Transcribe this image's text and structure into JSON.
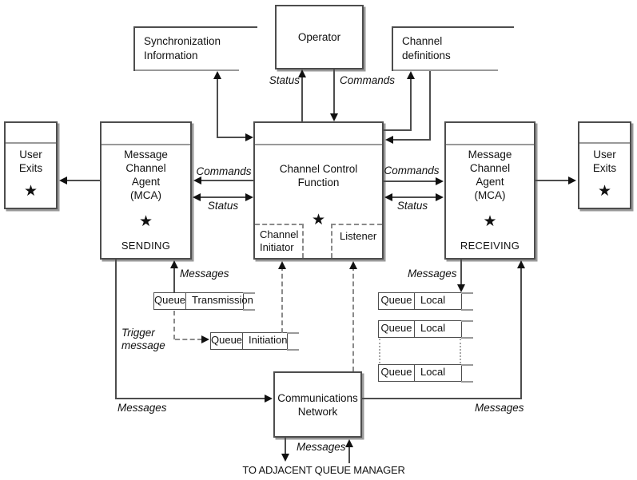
{
  "diagram": {
    "title_hint": "Message channel control architecture",
    "boxes": {
      "operator": "Operator",
      "sync_info": "Synchronization\nInformation",
      "channel_definitions": "Channel\ndefinitions",
      "ccf_title": "Channel Control\nFunction",
      "channel_initiator": "Channel\nInitiator",
      "listener": "Listener",
      "mca_body": "Message\nChannel\nAgent\n(MCA)",
      "mca_sending_role": "SENDING",
      "mca_receiving_role": "RECEIVING",
      "user_exits": "User\nExits",
      "comms_network": "Communications\nNetwork"
    },
    "queues": {
      "cell_label": "Queue",
      "transmission": "Transmission",
      "initiation": "Initiation",
      "local": "Local"
    },
    "labels": {
      "status": "Status",
      "commands": "Commands",
      "messages": "Messages",
      "trigger_message": "Trigger\nmessage",
      "to_adjacent": "TO ADJACENT QUEUE MANAGER"
    },
    "glyphs": {
      "star": "★"
    },
    "colors": {
      "line": "#4d4d4d",
      "shadow": "#999999",
      "text": "#111111",
      "background": "#ffffff",
      "arrow": "#111111"
    }
  }
}
